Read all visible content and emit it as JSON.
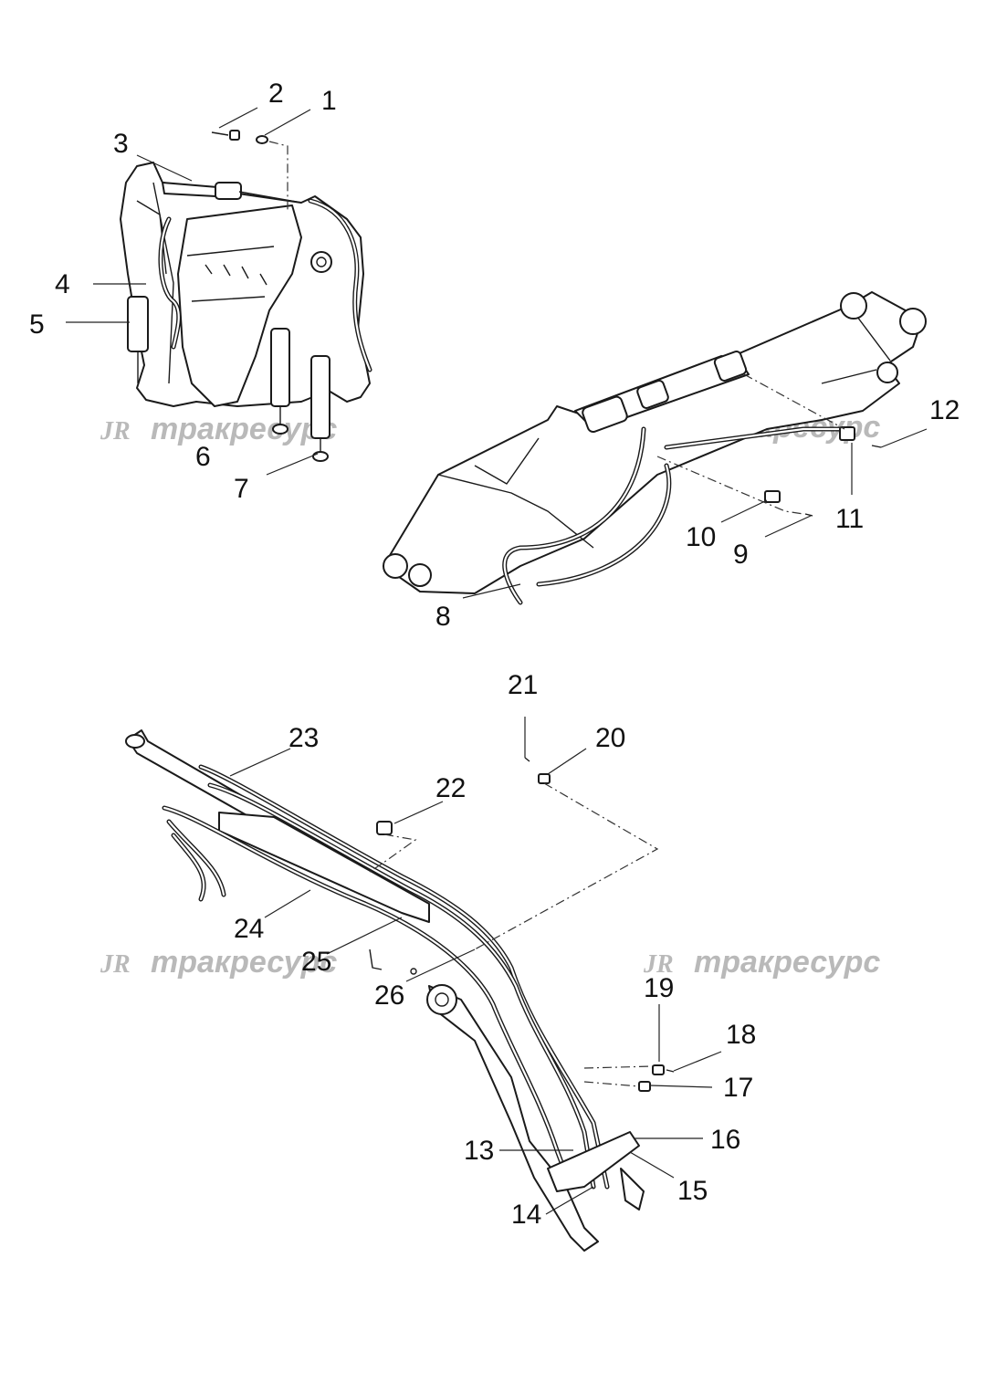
{
  "watermark": {
    "logo": "JR",
    "text": "тракресурс"
  },
  "callouts": [
    {
      "id": "1",
      "label": "1"
    },
    {
      "id": "2",
      "label": "2"
    },
    {
      "id": "3",
      "label": "3"
    },
    {
      "id": "4",
      "label": "4"
    },
    {
      "id": "5",
      "label": "5"
    },
    {
      "id": "6",
      "label": "6"
    },
    {
      "id": "7",
      "label": "7"
    },
    {
      "id": "8",
      "label": "8"
    },
    {
      "id": "9",
      "label": "9"
    },
    {
      "id": "10",
      "label": "10"
    },
    {
      "id": "11",
      "label": "11"
    },
    {
      "id": "12",
      "label": "12"
    },
    {
      "id": "13",
      "label": "13"
    },
    {
      "id": "14",
      "label": "14"
    },
    {
      "id": "15",
      "label": "15"
    },
    {
      "id": "16",
      "label": "16"
    },
    {
      "id": "17",
      "label": "17"
    },
    {
      "id": "18",
      "label": "18"
    },
    {
      "id": "19",
      "label": "19"
    },
    {
      "id": "20",
      "label": "20"
    },
    {
      "id": "21",
      "label": "21"
    },
    {
      "id": "22",
      "label": "22"
    },
    {
      "id": "23",
      "label": "23"
    },
    {
      "id": "24",
      "label": "24"
    },
    {
      "id": "25",
      "label": "25"
    },
    {
      "id": "26",
      "label": "26"
    }
  ]
}
